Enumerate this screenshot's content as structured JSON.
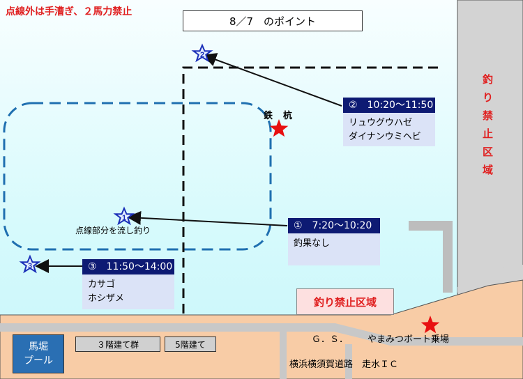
{
  "title": "8／7　のポイント",
  "notice": "点線外は手漕ぎ、２馬力禁止",
  "no_fishing_right": "釣\n\nり\n\n禁\n\n止\n\n区\n\n域",
  "no_fishing_bottom": "釣り禁止区域",
  "iron_pile_1": "鉄",
  "iron_pile_2": "杭",
  "drift_note": "点線部分を流し釣り",
  "markers": [
    {
      "number": "1"
    },
    {
      "number": "2"
    },
    {
      "number": "3"
    }
  ],
  "points": [
    {
      "header": "①　7:20～10:20",
      "catch": [
        "釣果なし"
      ]
    },
    {
      "header": "②　10:20～11:50",
      "catch": [
        "リュウグウハゼ",
        "ダイナンウミヘビ"
      ]
    },
    {
      "header": "③　11:50～14:00",
      "catch": [
        "カサゴ",
        "ホシザメ"
      ]
    }
  ],
  "buildings": {
    "pool": "馬堀\nプール",
    "b3": "３階建て群",
    "b5": "5階建て"
  },
  "gs": "Ｇ．Ｓ．",
  "boat_dock": "やまみつボート乗場",
  "road": "横浜横須賀道路　走水ＩＣ",
  "colors": {
    "header_bg": "#0d1a73",
    "body_bg": "#dbe3f7",
    "restricted": "#e02020",
    "land": "#f8cca6",
    "zone": "#1f6fb0"
  }
}
